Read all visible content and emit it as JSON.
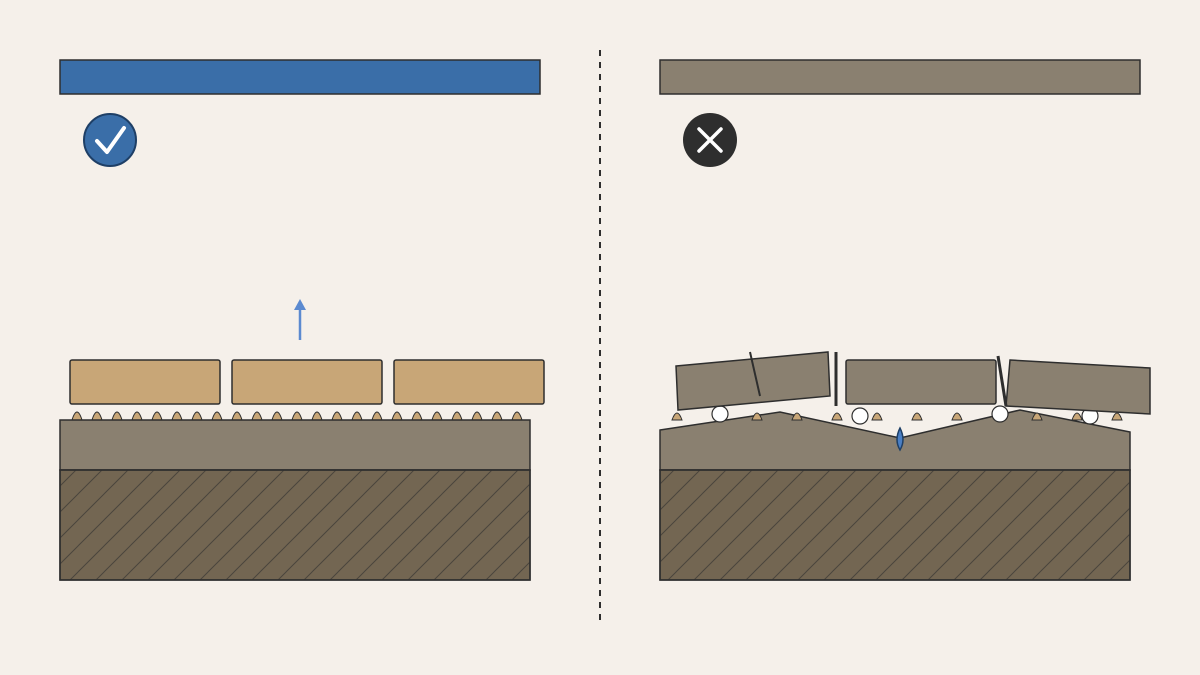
{
  "colors": {
    "background": "#f5f0ea",
    "good_accent": "#3a6ea8",
    "bad_accent": "#8a8070",
    "tile_good": "#c8a677",
    "tile_bad": "#8a8070",
    "screed": "#8a8070",
    "subfloor": "#736652",
    "outline": "#2e2e2e",
    "adhesive": "#c8a677",
    "water_drop": "#4a7fc4",
    "arrow": "#5b8ad0",
    "void": "#ffffff"
  },
  "left_panel": {
    "header_bar": {
      "label": "",
      "color": "#3a6ea8"
    },
    "badge": {
      "icon": "check-icon",
      "color": "#3a6ea8"
    },
    "tile_count": 3,
    "adhesive_dot_count": 23,
    "arrow_icon": "arrow-up-icon"
  },
  "right_panel": {
    "header_bar": {
      "label": "",
      "color": "#8a8070"
    },
    "badge": {
      "icon": "cross-icon",
      "color": "#2e2e2e"
    },
    "tile_count": 3,
    "air_void_count": 4,
    "crack_count": 2,
    "water_drop_icon": "water-drop-icon"
  },
  "divider": {
    "style": "dashed"
  }
}
